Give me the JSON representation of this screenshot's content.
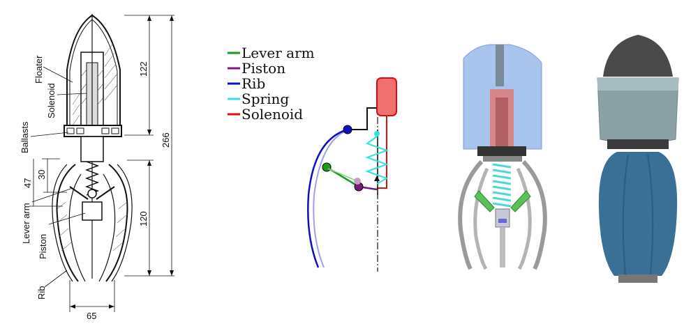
{
  "drawing": {
    "labels": {
      "floater": "Floater",
      "solenoid": "Solenoid",
      "ballasts": "Ballasts",
      "lever_arm": "Lever arm",
      "piston": "Piston",
      "rib": "Rib"
    },
    "dimensions": {
      "d122": "122",
      "d266": "266",
      "d120": "120",
      "d47": "47",
      "d30": "30",
      "d65": "65"
    }
  },
  "legend": [
    {
      "label": "Lever arm",
      "color": "#1a9a1a"
    },
    {
      "label": "Piston",
      "color": "#7a1a7a"
    },
    {
      "label": "Rib",
      "color": "#1010c0"
    },
    {
      "label": "Spring",
      "color": "#33e0e0"
    },
    {
      "label": "Solenoid",
      "color": "#e01010"
    }
  ]
}
